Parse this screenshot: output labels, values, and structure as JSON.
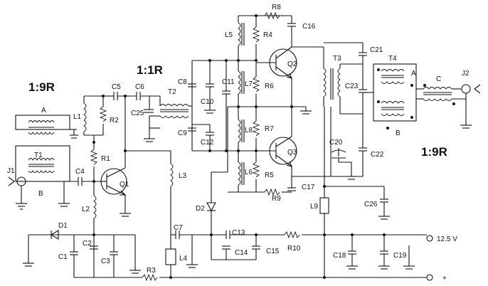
{
  "ratios": {
    "input": "1:9R",
    "mid": "1:1R",
    "output": "1:9R"
  },
  "connectors": {
    "j1": "J1",
    "j2": "J2"
  },
  "supply": {
    "voltage": "12.5 V",
    "plus": "+"
  },
  "transformer_windings": {
    "a_in": "A",
    "b_in": "B",
    "a_out": "A",
    "b_out": "B",
    "c_out": "C"
  },
  "components": {
    "transistors": [
      "Q1",
      "Q2",
      "Q3"
    ],
    "transformers": [
      "T1",
      "T2",
      "T3",
      "T4"
    ],
    "inductors": [
      "L1",
      "L2",
      "L3",
      "L4",
      "L5",
      "L6",
      "L7",
      "L8",
      "L9"
    ],
    "resistors": [
      "R1",
      "R2",
      "R3",
      "R4",
      "R5",
      "R6",
      "R7",
      "R8",
      "R9",
      "R10"
    ],
    "diodes": [
      "D1",
      "D2"
    ],
    "capacitors": [
      "C1",
      "C2",
      "C3",
      "C4",
      "C5",
      "C6",
      "C7",
      "C8",
      "C9",
      "C10",
      "C11",
      "C12",
      "C13",
      "C14",
      "C15",
      "C16",
      "C17",
      "C18",
      "C19",
      "C20",
      "C21",
      "C22",
      "C23",
      "C25",
      "C26"
    ]
  }
}
